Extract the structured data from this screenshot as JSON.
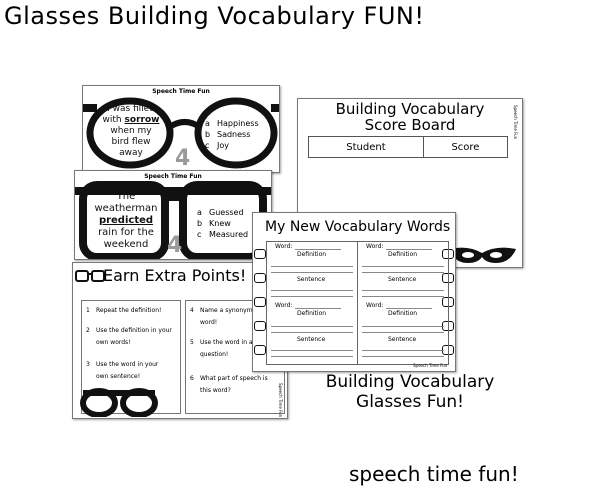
{
  "page": {
    "title": "Glasses Building Vocabulary FUN!",
    "subtitle_line1": "Building Vocabulary",
    "subtitle_line2": "Glasses Fun!",
    "footer": "speech time fun!"
  },
  "card1": {
    "header": "Speech Time Fun",
    "sentence_pre": "I was filled with",
    "sentence_word": "sorrow",
    "sentence_post": "when my bird flew away",
    "options": [
      {
        "letter": "a",
        "text": "Happiness"
      },
      {
        "letter": "b",
        "text": "Sadness"
      },
      {
        "letter": "c",
        "text": "Joy"
      }
    ],
    "number": "4"
  },
  "card2": {
    "header": "Speech Time Fun",
    "sentence_pre": "The weatherman",
    "sentence_word": "predicted",
    "sentence_post": "rain for the weekend",
    "options": [
      {
        "letter": "a",
        "text": "Guessed"
      },
      {
        "letter": "b",
        "text": "Knew"
      },
      {
        "letter": "c",
        "text": "Measured"
      }
    ],
    "number": "4"
  },
  "scoreboard": {
    "title_line1": "Building Vocabulary",
    "title_line2": "Score Board",
    "col_student": "Student",
    "col_score": "Score",
    "side_label": "Speech Time Fun"
  },
  "vocab": {
    "title": "My New Vocabulary Words",
    "word_label": "Word:",
    "definition_label": "Definition",
    "sentence_label": "Sentence",
    "footer": "Speech Time Fun"
  },
  "extra": {
    "title": "Earn Extra Points!",
    "left_items": [
      {
        "n": "1",
        "line1": "Repeat the definition!",
        "line2": ""
      },
      {
        "n": "2",
        "line1": "Use the definition in your",
        "line2": "own words!"
      },
      {
        "n": "3",
        "line1": "Use the word in your",
        "line2": "own sentence!"
      }
    ],
    "right_items": [
      {
        "n": "4",
        "line1": "Name a synonym for the",
        "line2": "word!"
      },
      {
        "n": "5",
        "line1": "Use the word in a",
        "line2": "question!"
      },
      {
        "n": "6",
        "line1": "What part of speech is",
        "line2": "this word?"
      }
    ],
    "side_label": "Speech Time Fun"
  }
}
